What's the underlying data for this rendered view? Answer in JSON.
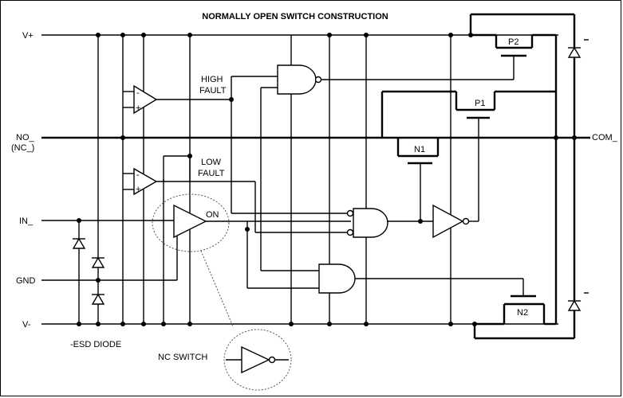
{
  "title": "NORMALLY OPEN SWITCH CONSTRUCTION",
  "pins": {
    "vplus": "V+",
    "no": "NO_",
    "nc_alt": "(NC_)",
    "in": "IN_",
    "gnd": "GND",
    "vminus": "V-",
    "com": "COM_"
  },
  "labels": {
    "high_fault_1": "HIGH",
    "high_fault_2": "FAULT",
    "low_fault_1": "LOW",
    "low_fault_2": "FAULT",
    "on": "ON",
    "esd_diode": "-ESD DIODE",
    "nc_switch": "NC SWITCH"
  },
  "transistors": {
    "p2": "P2",
    "p1": "P1",
    "n1": "N1",
    "n2": "N2"
  },
  "comparator_signs": {
    "plus": "+",
    "minus": "-"
  }
}
